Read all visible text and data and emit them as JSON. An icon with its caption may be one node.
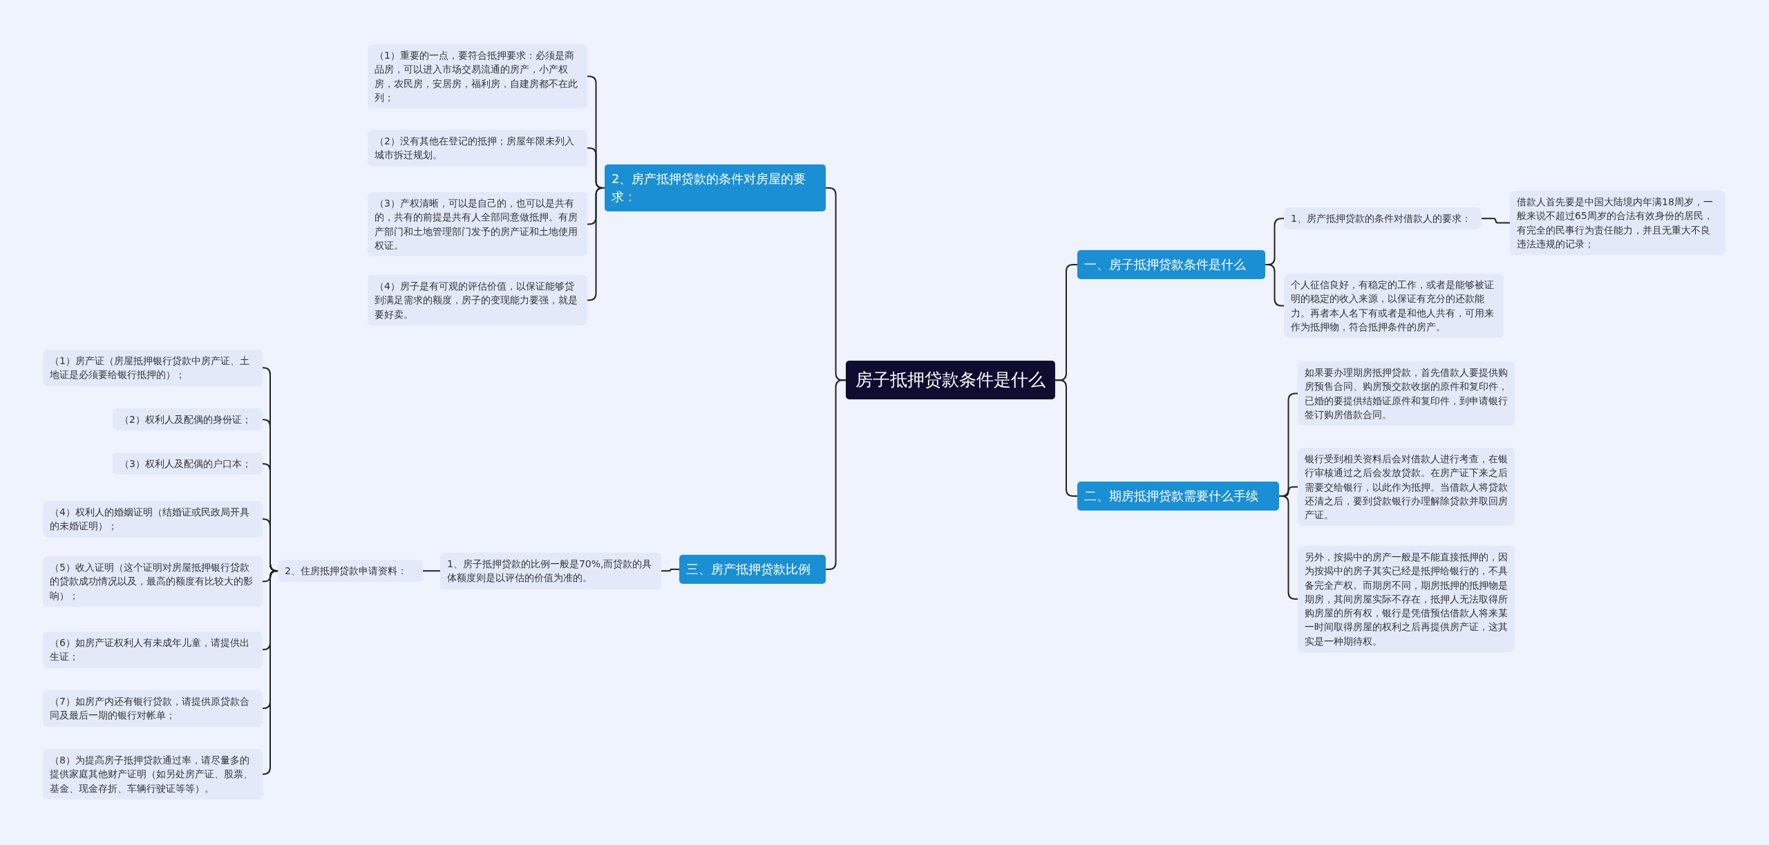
{
  "diagram": {
    "nodes": [
      {
        "text": [
          "房子抵押贷款条件是什么"
        ]
      },
      {
        "text": [
          "一、房子抵押贷款条件是什么"
        ]
      },
      {
        "text": [
          "1、房产抵押贷款的条件对借款人的要求："
        ]
      },
      {
        "text": [
          "借款人首先要是中国大陆境内年满18周岁，一般来说不超过65周岁的合法有效身份的居民，有完全的民事行为责任能力，并且无重大不良违法违规的记录；"
        ]
      },
      {
        "text": [
          "个人征信良好，有稳定的工作，或者是能够被证明的稳定的收入来源，以保证有充分的还款能力。再者本人名下有或者是和他人共有，可用来作为抵押物，符合抵押条件的房产。"
        ]
      },
      {
        "text": [
          "二、期房抵押贷款需要什么手续"
        ]
      },
      {
        "text": [
          "如果要办理期房抵押贷款，首先借款人要提供购房预售合同、购房预交款收据的原件和复印件，已婚的要提供结婚证原件和复印件，到申请银行签订购房借款合同。"
        ]
      },
      {
        "text": [
          "银行受到相关资料后会对借款人进行考查，在银行审核通过之后会发放贷款。在房产证下来之后需要交给银行，以此作为抵押。当借款人将贷款还清之后，要到贷款银行办理解除贷款并取回房产证。"
        ]
      },
      {
        "text": [
          "另外，按揭中的房产一般是不能直接抵押的，因为按揭中的房子其实已经是抵押给银行的，不具备完全产权。而期房不同，期房抵押的抵押物是期房，其间房屋实际不存在，抵押人无法取得所购房屋的所有权，银行是凭借预估借款人将来某一时间取得房屋的权利之后再提供房产证，这其实是一种期待权。"
        ]
      },
      {
        "text": [
          "三、房产抵押贷款比例"
        ]
      },
      {
        "text": [
          "1、房子抵押贷款的比例一般是70%,而贷款的具体额度则是以评估的价值为准的。"
        ]
      },
      {
        "text": [
          "2、住房抵押贷款申请资料："
        ]
      },
      {
        "text": [
          "（1）房产证（房屋抵押银行贷款中房产证、土地证是必须要给银行抵押的）；"
        ]
      },
      {
        "text": [
          "（2）权利人及配偶的身份证；"
        ]
      },
      {
        "text": [
          "（3）权利人及配偶的户口本；"
        ]
      },
      {
        "text": [
          "（4）权利人的婚姻证明（结婚证或民政局开具的未婚证明）；"
        ]
      },
      {
        "text": [
          "（5）收入证明（这个证明对房屋抵押银行贷款的贷款成功情况以及，最高的额度有比较大的影响）；"
        ]
      },
      {
        "text": [
          "（6）如房产证权利人有未成年儿童，请提供出生证；"
        ]
      },
      {
        "text": [
          "（7）如房产内还有银行贷款，请提供原贷款合同及最后一期的银行对帐单；"
        ]
      },
      {
        "text": [
          "（8）为提高房子抵押贷款通过率，请尽量多的提供家庭其他财产证明（如另处房产证、股票、基金、现金存折、车辆行驶证等等）。"
        ]
      },
      {
        "text": [
          "2、房产抵押贷款的条件对房屋的要求："
        ]
      },
      {
        "text": [
          "（1）重要的一点，要符合抵押要求：必须是商品房，可以进入市场交易流通的房产，小产权房，农民房，安居房，福利房，自建房都不在此列；"
        ]
      },
      {
        "text": [
          "（2）没有其他在登记的抵押；房屋年限未列入城市拆迁规划。"
        ]
      },
      {
        "text": [
          "（3）产权清晰，可以是自己的，也可以是共有的，共有的前提是共有人全部同意做抵押。有房产部门和土地管理部门发予的房产证和土地使用权证。"
        ]
      },
      {
        "text": [
          "（4）房子是有可观的评估价值，以保证能够贷到满足需求的额度，房子的变现能力要强，就是要好卖。"
        ]
      }
    ],
    "edges": [
      {
        "from": 0,
        "to": 1,
        "arrow": "none"
      },
      {
        "from": 1,
        "to": 2,
        "arrow": "none"
      },
      {
        "from": 2,
        "to": 3,
        "arrow": "none"
      },
      {
        "from": 1,
        "to": 4,
        "arrow": "none"
      },
      {
        "from": 0,
        "to": 5,
        "arrow": "none"
      },
      {
        "from": 5,
        "to": 6,
        "arrow": "none"
      },
      {
        "from": 5,
        "to": 7,
        "arrow": "none"
      },
      {
        "from": 5,
        "to": 8,
        "arrow": "none"
      },
      {
        "from": 0,
        "to": 9,
        "arrow": "none"
      },
      {
        "from": 9,
        "to": 10,
        "arrow": "none"
      },
      {
        "from": 10,
        "to": 11,
        "arrow": "none"
      },
      {
        "from": 11,
        "to": 12,
        "arrow": "none"
      },
      {
        "from": 11,
        "to": 13,
        "arrow": "none"
      },
      {
        "from": 11,
        "to": 14,
        "arrow": "none"
      },
      {
        "from": 11,
        "to": 15,
        "arrow": "none"
      },
      {
        "from": 11,
        "to": 16,
        "arrow": "none"
      },
      {
        "from": 11,
        "to": 17,
        "arrow": "none"
      },
      {
        "from": 11,
        "to": 18,
        "arrow": "none"
      },
      {
        "from": 11,
        "to": 19,
        "arrow": "none"
      },
      {
        "from": 0,
        "to": 20,
        "arrow": "none"
      },
      {
        "from": 20,
        "to": 21,
        "arrow": "none"
      },
      {
        "from": 20,
        "to": 22,
        "arrow": "none"
      },
      {
        "from": 20,
        "to": 23,
        "arrow": "none"
      },
      {
        "from": 20,
        "to": 24,
        "arrow": "none"
      }
    ]
  }
}
